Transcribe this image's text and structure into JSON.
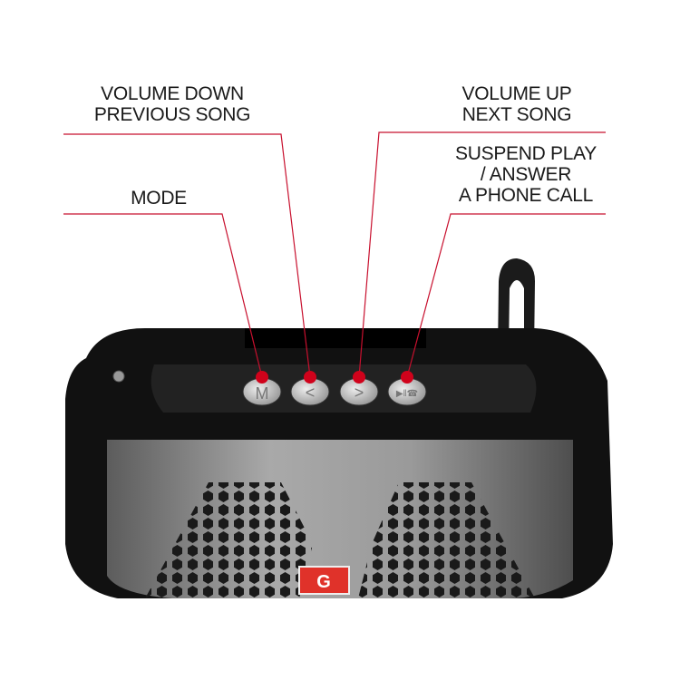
{
  "callouts": {
    "volume_down": {
      "line1": "VOLUME DOWN",
      "line2": "PREVIOUS SONG"
    },
    "volume_up": {
      "line1": "VOLUME UP",
      "line2": "NEXT SONG"
    },
    "mode": {
      "line1": "MODE"
    },
    "suspend": {
      "line1": "SUSPEND PLAY",
      "line2": "/ ANSWER",
      "line3": "A PHONE CALL"
    }
  },
  "buttons": [
    {
      "name": "mode-button",
      "glyph": "M"
    },
    {
      "name": "previous-button",
      "glyph": "<"
    },
    {
      "name": "next-button",
      "glyph": ">"
    },
    {
      "name": "play-pause-phone-button",
      "glyph": "▶‖☎"
    }
  ],
  "logo": {
    "letter": "G"
  },
  "colors": {
    "callout_line": "#c8102e",
    "marker": "#d0021b",
    "logo": "#e0322a",
    "body": "#111111",
    "grille": "#8a8a8a"
  }
}
